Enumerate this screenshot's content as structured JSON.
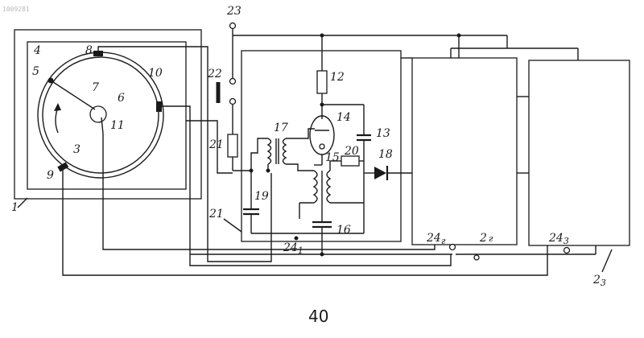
{
  "corner_id": "1009281",
  "page_number": "40",
  "labels": {
    "l1": "1",
    "l2g": "2",
    "l2gsub": "г",
    "l3": "3",
    "l4": "4",
    "l5": "5",
    "l6": "6",
    "l7": "7",
    "l8": "8",
    "l9": "9",
    "l10": "10",
    "l11": "11",
    "l12": "12",
    "l13": "13",
    "l14": "14",
    "l15": "15",
    "l16": "16",
    "l17": "17",
    "l18": "18",
    "l19": "19",
    "l20": "20",
    "l21a": "21",
    "l21b": "21",
    "l22": "22",
    "l23": "23",
    "l23box": "2",
    "l23boxsub": "3",
    "l24_1": "24",
    "l24_1sub": "1",
    "l24_2": "24",
    "l24_2sub": "г",
    "l24_3": "24",
    "l24_3sub": "3"
  }
}
